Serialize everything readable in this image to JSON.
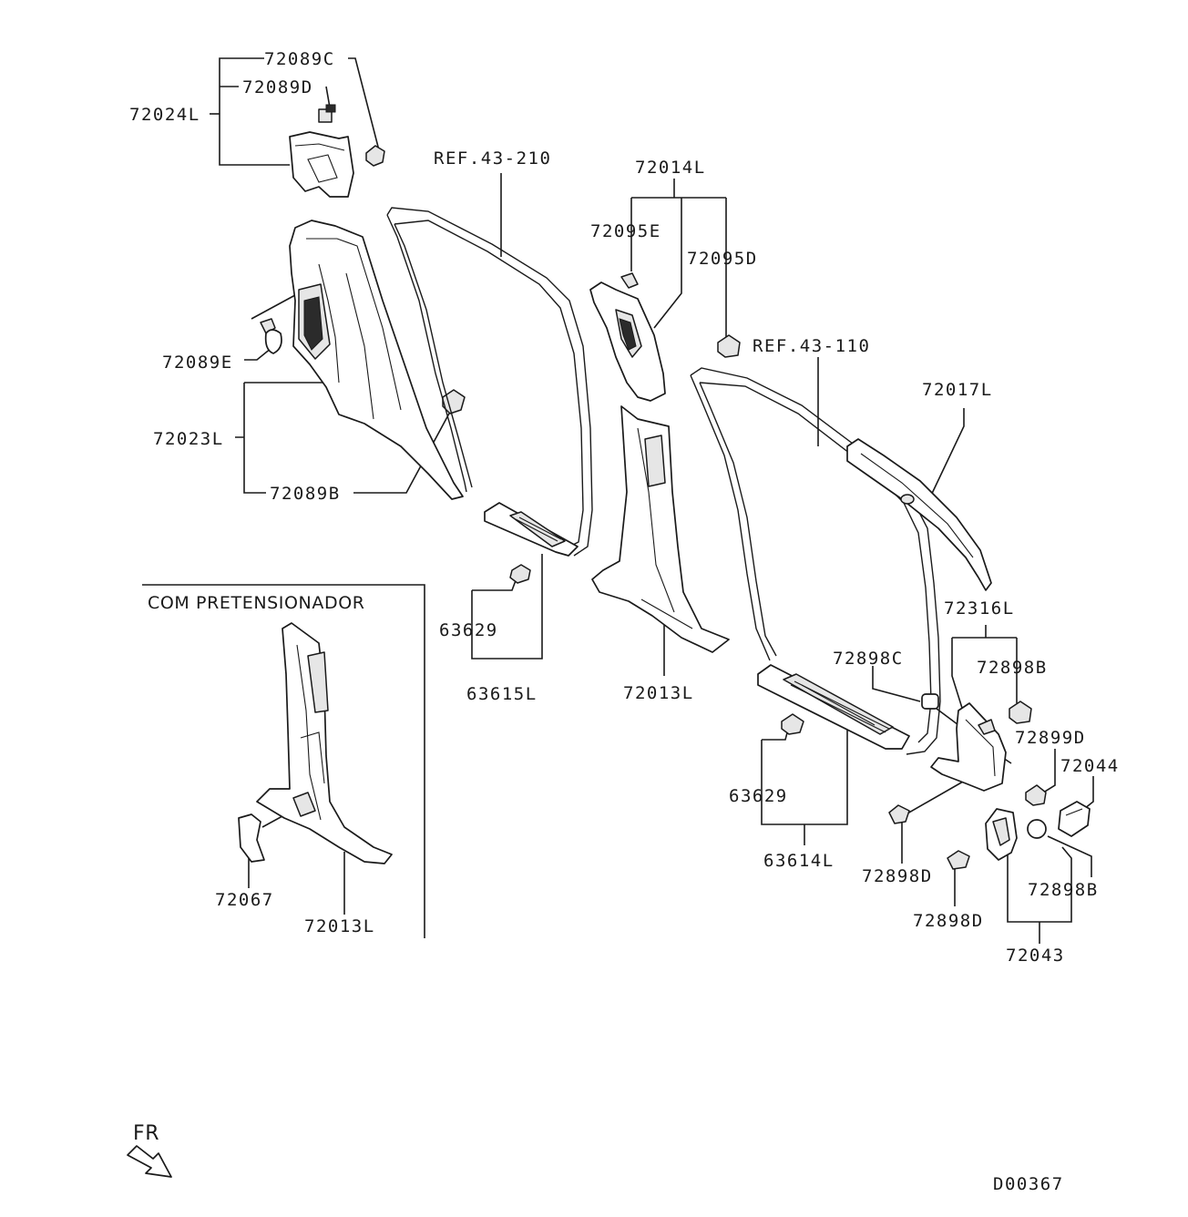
{
  "diagram": {
    "inset_header": "COM PRETENSIONADOR",
    "direction_label": "FR",
    "diagram_code": "D00367",
    "labels": {
      "l72089C": "72089C",
      "l72089D": "72089D",
      "l72024L": "72024L",
      "lREF43210": "REF.43-210",
      "l72014L": "72014L",
      "l72095E": "72095E",
      "l72095D": "72095D",
      "lREF43110": "REF.43-110",
      "l72089E": "72089E",
      "l72023L": "72023L",
      "l72089B": "72089B",
      "l72017L": "72017L",
      "l63629a": "63629",
      "l63615L": "63615L",
      "l72013La": "72013L",
      "l72316L": "72316L",
      "l72898C": "72898C",
      "l72898Ba": "72898B",
      "l72899D": "72899D",
      "l72044": "72044",
      "l63629b": "63629",
      "l63614L": "63614L",
      "l72898Da": "72898D",
      "l72898Bb": "72898B",
      "l72898Db": "72898D",
      "l72043": "72043",
      "l72067": "72067",
      "l72013Lb": "72013L"
    }
  }
}
